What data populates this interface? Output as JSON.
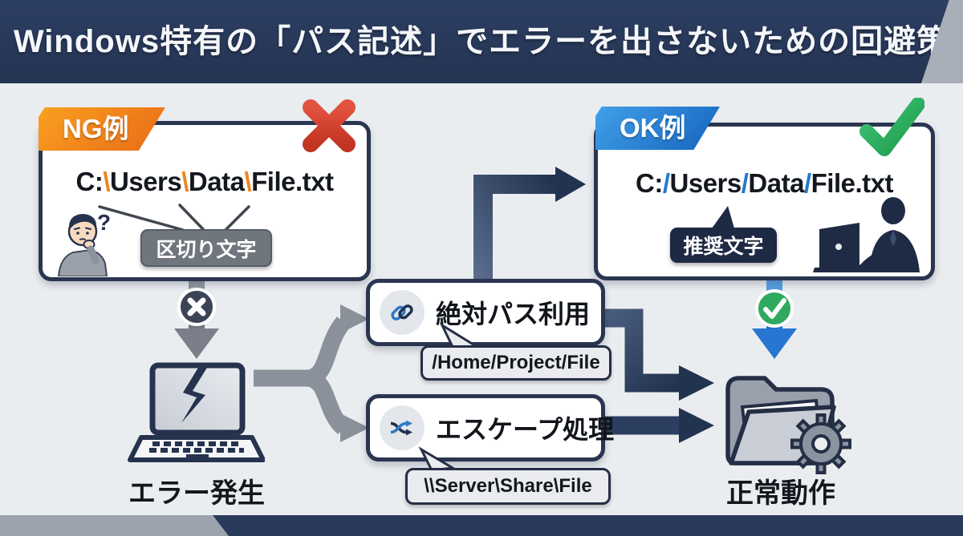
{
  "header": {
    "title": "Windows特有の「パス記述」でエラーを出さないための回避策"
  },
  "ng": {
    "badge": "NG例",
    "path": {
      "p0": "C:",
      "s1": "\\",
      "p1": "Users",
      "s2": "\\",
      "p2": "Data",
      "s3": "\\",
      "p3": "File.txt"
    },
    "callout": "区切り文字",
    "mark": "cross-mark"
  },
  "ok": {
    "badge": "OK例",
    "path": {
      "p0": "C:",
      "s1": "/",
      "p1": "Users",
      "s2": "/",
      "p2": "Data",
      "s3": "/",
      "p3": "File.txt"
    },
    "callout": "推奨文字",
    "mark": "check-mark"
  },
  "solutions": {
    "absolute": {
      "title": "絶対パス利用",
      "example": "/Home/Project/File",
      "icon": "chain-link-icon"
    },
    "escape": {
      "title": "エスケープ処理",
      "example": "\\\\Server\\Share\\File",
      "icon": "shuffle-arrows-icon"
    }
  },
  "outcomes": {
    "error_label": "エラー発生",
    "success_label": "正常動作"
  },
  "icons": [
    "cross-mark",
    "check-mark",
    "cross-badge",
    "check-badge",
    "chain-link-icon",
    "shuffle-arrows-icon",
    "broken-laptop-icon",
    "folder-gear-icon",
    "thinking-person-icon",
    "businessman-laptop-icon"
  ],
  "colors": {
    "header_navy": "#28395C",
    "body_bg": "#EAEDF0",
    "ng_orange": "#F08218",
    "ok_blue": "#2E86D4",
    "error_red": "#D6402E",
    "success_green": "#2BA55C",
    "arrow_gray": "#8A919B",
    "arrow_navy": "#2C3F61",
    "separator_ng": "#EE8420",
    "separator_ok": "#2477CE"
  }
}
